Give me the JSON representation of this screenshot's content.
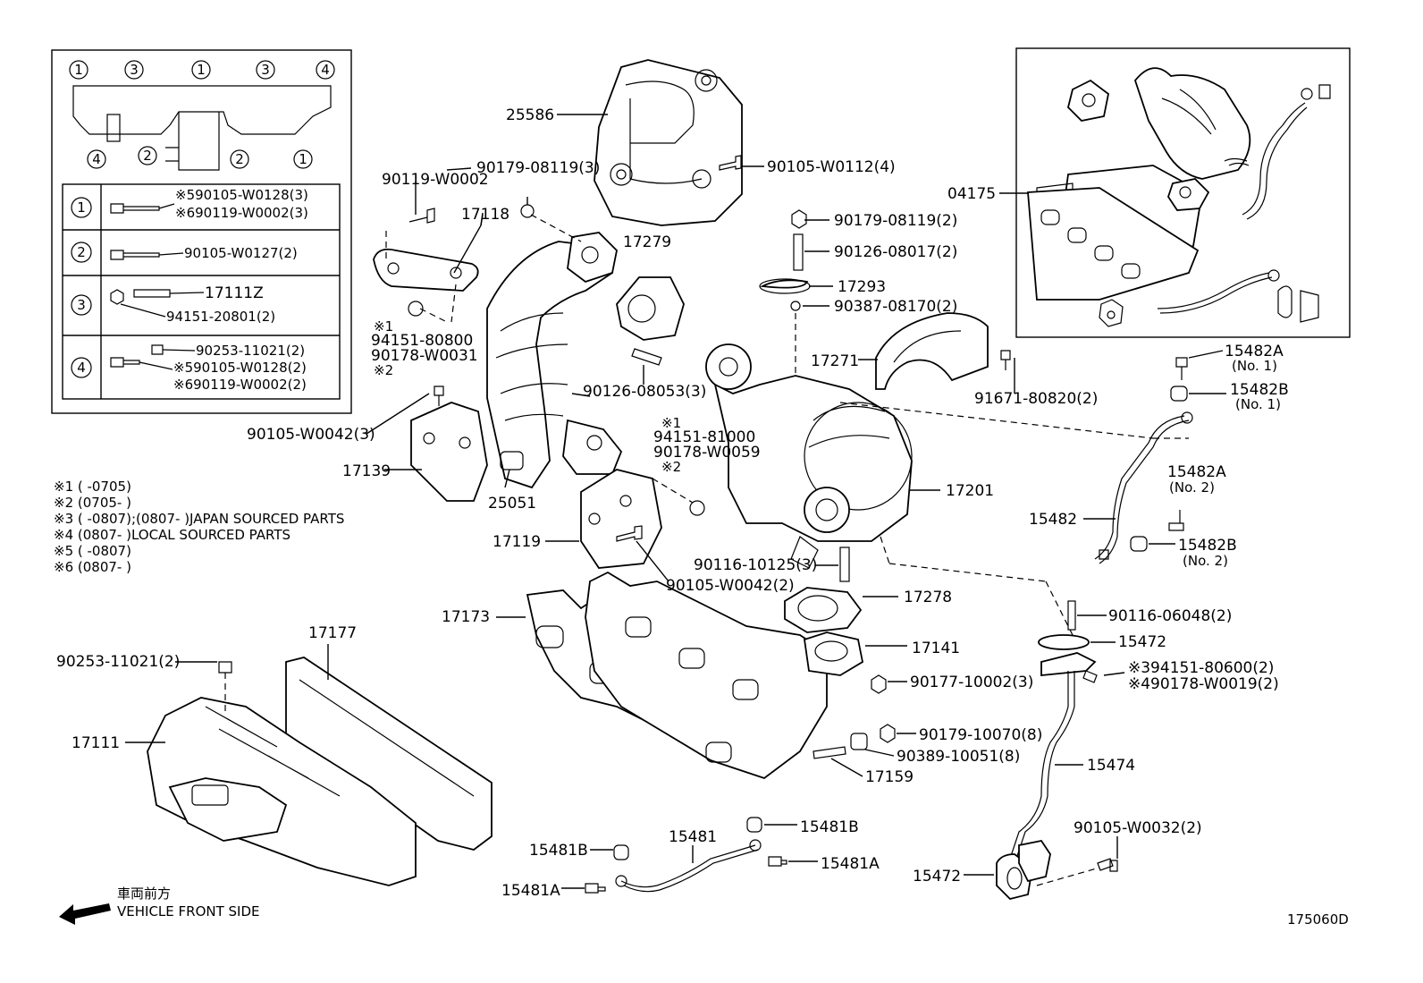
{
  "diagram": {
    "drawing_number": "175060D",
    "direction": {
      "japanese": "車両前方",
      "english": "VEHICLE FRONT SIDE"
    },
    "inset_manifold": {
      "circle_labels_top": [
        "1",
        "3",
        "1",
        "3",
        "4"
      ],
      "circle_labels_bottom": [
        "4",
        "2",
        "2",
        "1"
      ],
      "legend": [
        {
          "num": "1",
          "lines": [
            "※590105-W0128(3)",
            "※690119-W0002(3)"
          ]
        },
        {
          "num": "2",
          "lines": [
            "90105-W0127(2)"
          ]
        },
        {
          "num": "3",
          "lines": [
            "17111Z",
            "94151-20801(2)"
          ]
        },
        {
          "num": "4",
          "lines": [
            "90253-11021(2)",
            "※590105-W0128(2)",
            "※690119-W0002(2)"
          ]
        }
      ]
    },
    "notes": [
      "※1 (      -0705)",
      "※2 (0705-      )",
      "※3 (      -0807);(0807-      )JAPAN SOURCED PARTS",
      "※4 (0807-      )LOCAL SOURCED PARTS",
      "※5 (      -0807)",
      "※6 (0807-      )"
    ],
    "labels": {
      "p25586": "25586",
      "p90179_08119_3": "90179-08119(3)",
      "p90119_W0002": "90119-W0002",
      "p17118": "17118",
      "p17279": "17279",
      "p90105_W0112_4": "90105-W0112(4)",
      "p90179_08119_2": "90179-08119(2)",
      "p90126_08017_2": "90126-08017(2)",
      "p17293": "17293",
      "p90387_08170_2": "90387-08170(2)",
      "p04175": "04175",
      "p94151_80800_a": "※1",
      "p94151_80800_b": "94151-80800",
      "p94151_80800_c": "90178-W0031",
      "p94151_80800_d": "※2",
      "p90126_08053_3": "90126-08053(3)",
      "p17271": "17271",
      "p91671_80820_2": "91671-80820(2)",
      "p15482A_1": "15482A",
      "p15482A_1n": "(No. 1)",
      "p15482B_1": "15482B",
      "p15482B_1n": "(No. 1)",
      "p90105_W0042_3": "90105-W0042(3)",
      "p17139": "17139",
      "p94151_81000_a": "※1",
      "p94151_81000_b": "94151-81000",
      "p94151_81000_c": "90178-W0059",
      "p94151_81000_d": "※2",
      "p25051": "25051",
      "p17201": "17201",
      "p15482A_2": "15482A",
      "p15482A_2n": "(No. 2)",
      "p15482": "15482",
      "p15482B_2": "15482B",
      "p15482B_2n": "(No. 2)",
      "p17119": "17119",
      "p90116_10125_3": "90116-10125(3)",
      "p90105_W0042_2": "90105-W0042(2)",
      "p17278": "17278",
      "p17173": "17173",
      "p90116_06048_2": "90116-06048(2)",
      "p17177": "17177",
      "p15472_top": "15472",
      "p90253_11021_2": "90253-11021(2)",
      "p17141": "17141",
      "p94151_80600_2": "※394151-80600(2)",
      "p90178_W0019_2": "※490178-W0019(2)",
      "p90177_10002_3": "90177-10002(3)",
      "p17111": "17111",
      "p90179_10070_8": "90179-10070(8)",
      "p90389_10051_8": "90389-10051(8)",
      "p15474": "15474",
      "p17159": "17159",
      "p15481B_r": "15481B",
      "p15481": "15481",
      "p90105_W0032_2": "90105-W0032(2)",
      "p15481B_l": "15481B",
      "p15481A_r": "15481A",
      "p15472_bottom": "15472",
      "p15481A_l": "15481A"
    }
  }
}
